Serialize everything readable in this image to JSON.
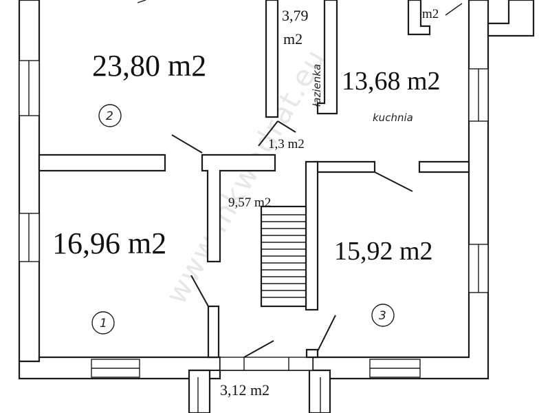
{
  "rooms": {
    "room_2_area": "23,80 m2",
    "bathroom_area_value": "3,79",
    "bathroom_area_unit": "m2",
    "bathroom_label": "łazienka",
    "top_right_area": "m2",
    "kitchen_area": "13,68 m2",
    "kitchen_label": "kuchnia",
    "corridor_small_area": "1,3 m2",
    "hall_area": "9,57 m2",
    "room_1_area": "16,96 m2",
    "room_3_area": "15,92 m2",
    "porch_area": "3,12 m2"
  },
  "room_numbers": {
    "room_1": "1",
    "room_2": "2",
    "room_3": "3"
  },
  "watermark": "www.mkwadrat.eu",
  "colors": {
    "ink": "#1a1a1a",
    "paper": "#ffffff",
    "watermark": "#bbbbbb"
  }
}
